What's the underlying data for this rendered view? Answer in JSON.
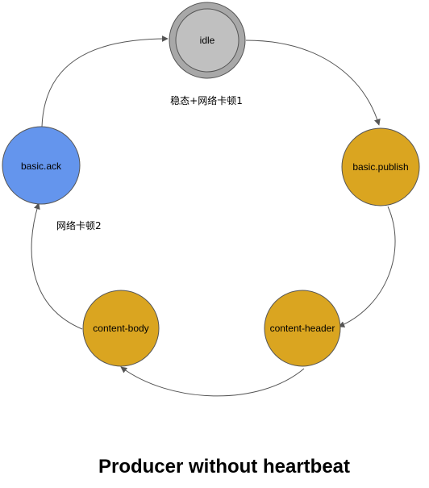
{
  "title": "Producer without heartbeat",
  "colors": {
    "idle_fill": "#c0c0c0",
    "idle_ring": "#a8a8a8",
    "ack_fill": "#6495ed",
    "state_fill": "#daa520",
    "stroke": "#555555",
    "edge": "#555555"
  },
  "nodes": {
    "idle": {
      "label": "idle"
    },
    "publish": {
      "label": "basic.publish"
    },
    "header": {
      "label": "content-header"
    },
    "body": {
      "label": "content-body"
    },
    "ack": {
      "label": "basic.ack"
    }
  },
  "edges": {
    "idle_to_publish": {
      "label": "稳态+网络卡顿1"
    },
    "body_to_ack": {
      "label": "网络卡顿2"
    }
  }
}
